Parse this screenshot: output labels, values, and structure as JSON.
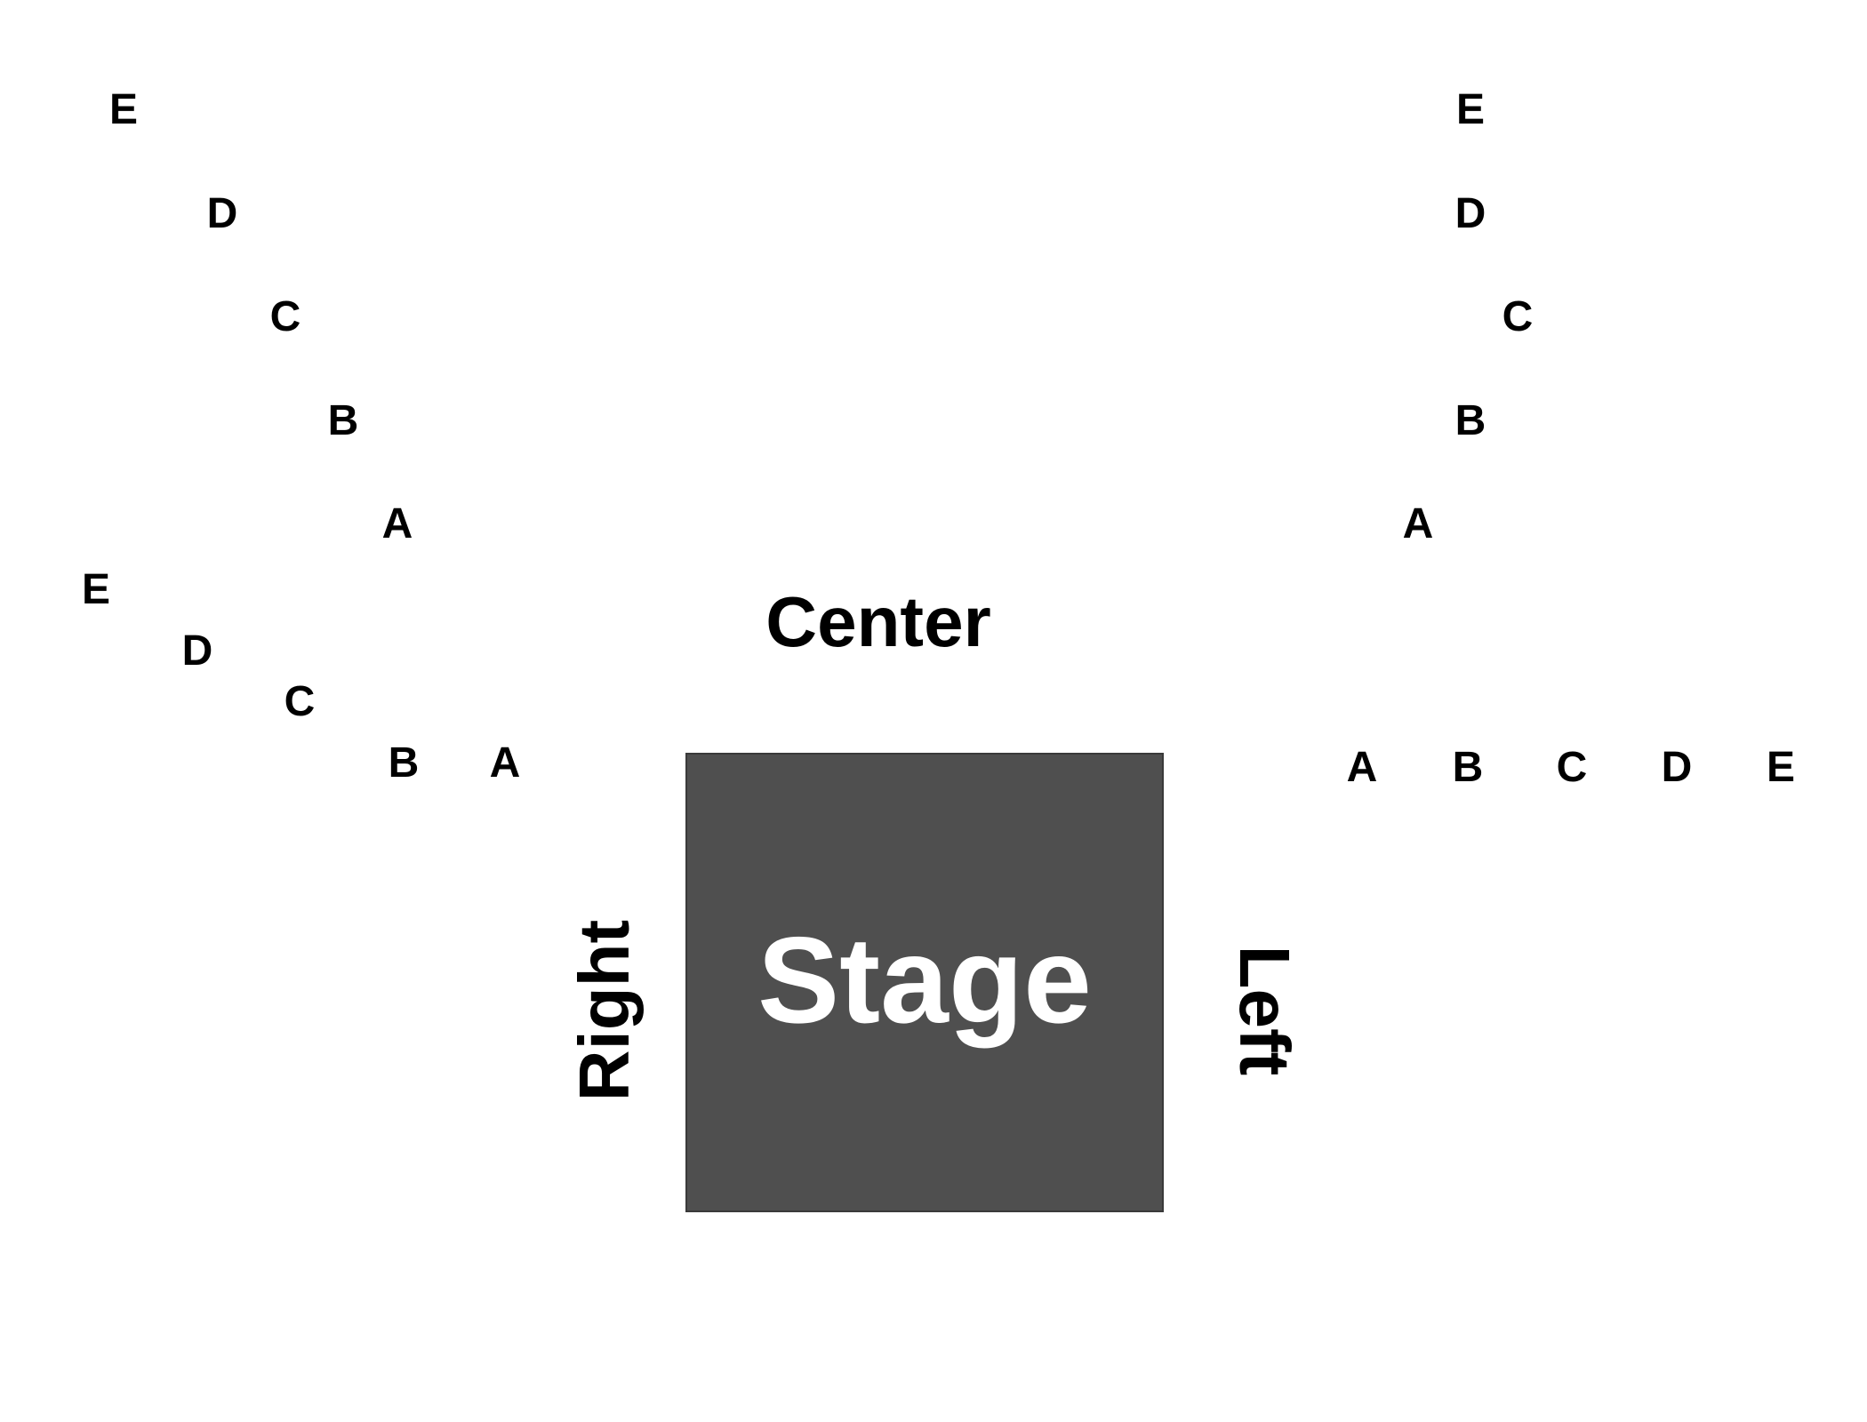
{
  "colors": {
    "stage_fill": "#4f4f4f",
    "stage_text": "#ffffff",
    "labels": "#000000",
    "background": "#ffffff"
  },
  "stage": {
    "label": "Stage"
  },
  "sections": {
    "center": {
      "label": "Center"
    },
    "right": {
      "label": "Right"
    },
    "left": {
      "label": "Left"
    }
  },
  "rows": {
    "upper_left": [
      "E",
      "D",
      "C",
      "B",
      "A"
    ],
    "lower_left": [
      "E",
      "D",
      "C",
      "B",
      "A"
    ],
    "upper_right": [
      "E",
      "D",
      "C",
      "B",
      "A"
    ],
    "lower_right": [
      "A",
      "B",
      "C",
      "D",
      "E"
    ]
  }
}
